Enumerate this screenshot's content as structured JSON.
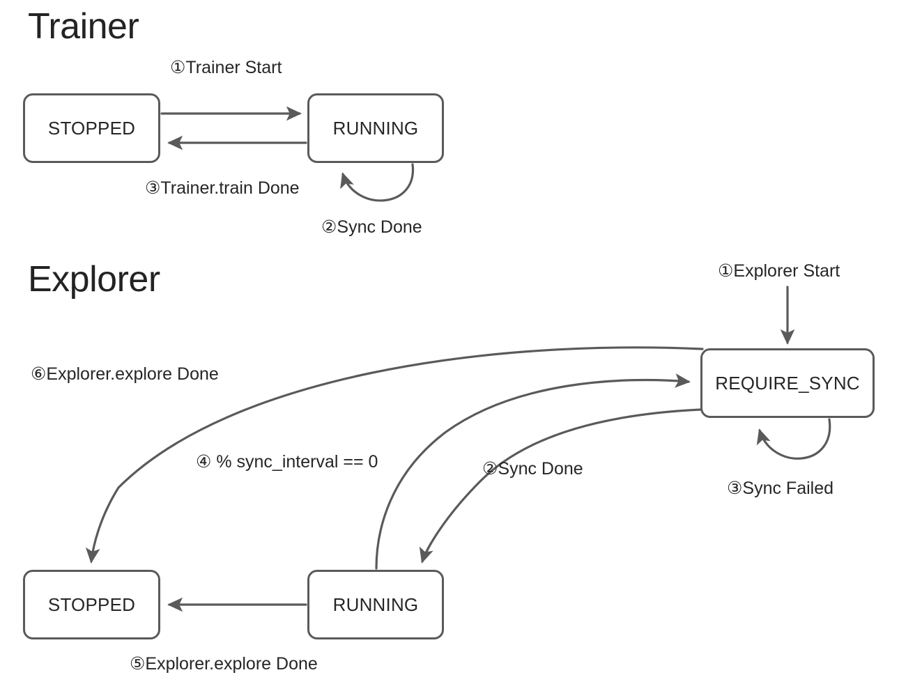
{
  "page": {
    "background_color": "#ffffff",
    "stroke_color": "#5a5a5a",
    "text_color": "#262626",
    "title_color": "#232323"
  },
  "sections": [
    {
      "id": "trainer",
      "title": "Trainer",
      "states": [
        {
          "id": "trainer-stopped",
          "label": "STOPPED"
        },
        {
          "id": "trainer-running",
          "label": "RUNNING"
        }
      ],
      "transitions": [
        {
          "id": "t1",
          "label": "①Trainer Start",
          "from": "STOPPED",
          "to": "RUNNING"
        },
        {
          "id": "t2",
          "label": "②Sync Done",
          "from": "RUNNING",
          "to": "RUNNING"
        },
        {
          "id": "t3",
          "label": "③Trainer.train Done",
          "from": "RUNNING",
          "to": "STOPPED"
        }
      ]
    },
    {
      "id": "explorer",
      "title": "Explorer",
      "states": [
        {
          "id": "explorer-stopped",
          "label": "STOPPED"
        },
        {
          "id": "explorer-running",
          "label": "RUNNING"
        },
        {
          "id": "explorer-require-sync",
          "label": "REQUIRE_SYNC"
        }
      ],
      "transitions": [
        {
          "id": "e1",
          "label": "①Explorer Start",
          "from": "start",
          "to": "REQUIRE_SYNC"
        },
        {
          "id": "e2",
          "label": "②Sync Done",
          "from": "REQUIRE_SYNC",
          "to": "RUNNING"
        },
        {
          "id": "e3",
          "label": "③Sync Failed",
          "from": "REQUIRE_SYNC",
          "to": "REQUIRE_SYNC"
        },
        {
          "id": "e4",
          "label": "④ % sync_interval == 0",
          "from": "RUNNING",
          "to": "REQUIRE_SYNC"
        },
        {
          "id": "e5",
          "label": "⑤Explorer.explore Done",
          "from": "RUNNING",
          "to": "STOPPED"
        },
        {
          "id": "e6",
          "label": "⑥Explorer.explore Done",
          "from": "REQUIRE_SYNC",
          "to": "STOPPED"
        }
      ]
    }
  ]
}
